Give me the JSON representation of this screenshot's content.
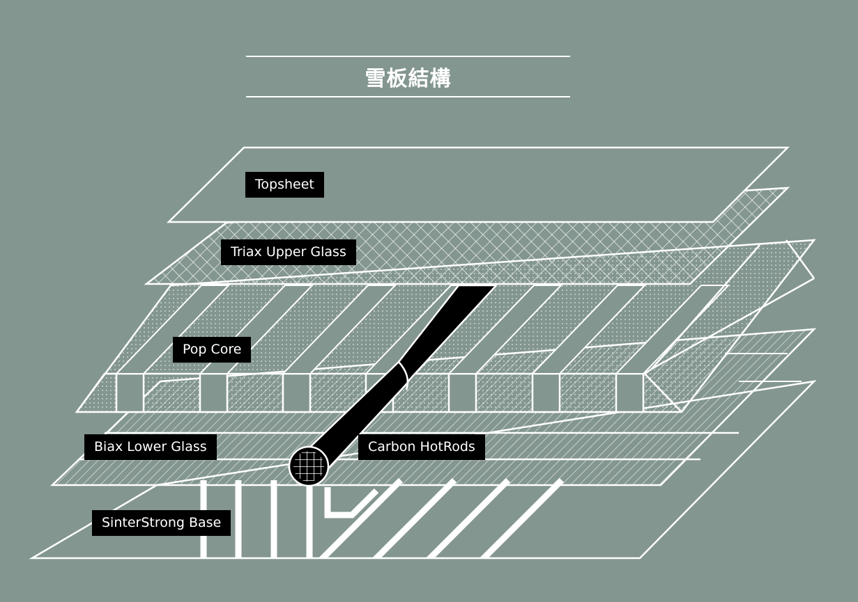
{
  "title": "雪板結構",
  "colors": {
    "background": "#83968f",
    "line": "#ffffff",
    "label_bg": "#000000",
    "rod": "#000000"
  },
  "layers": [
    {
      "id": "topsheet",
      "label": "Topsheet"
    },
    {
      "id": "triax-upper-glass",
      "label": "Triax Upper Glass"
    },
    {
      "id": "pop-core",
      "label": "Pop Core"
    },
    {
      "id": "biax-lower-glass",
      "label": "Biax Lower Glass"
    },
    {
      "id": "carbon-hotrods",
      "label": "Carbon HotRods"
    },
    {
      "id": "sinterstrong-base",
      "label": "SinterStrong Base"
    }
  ]
}
